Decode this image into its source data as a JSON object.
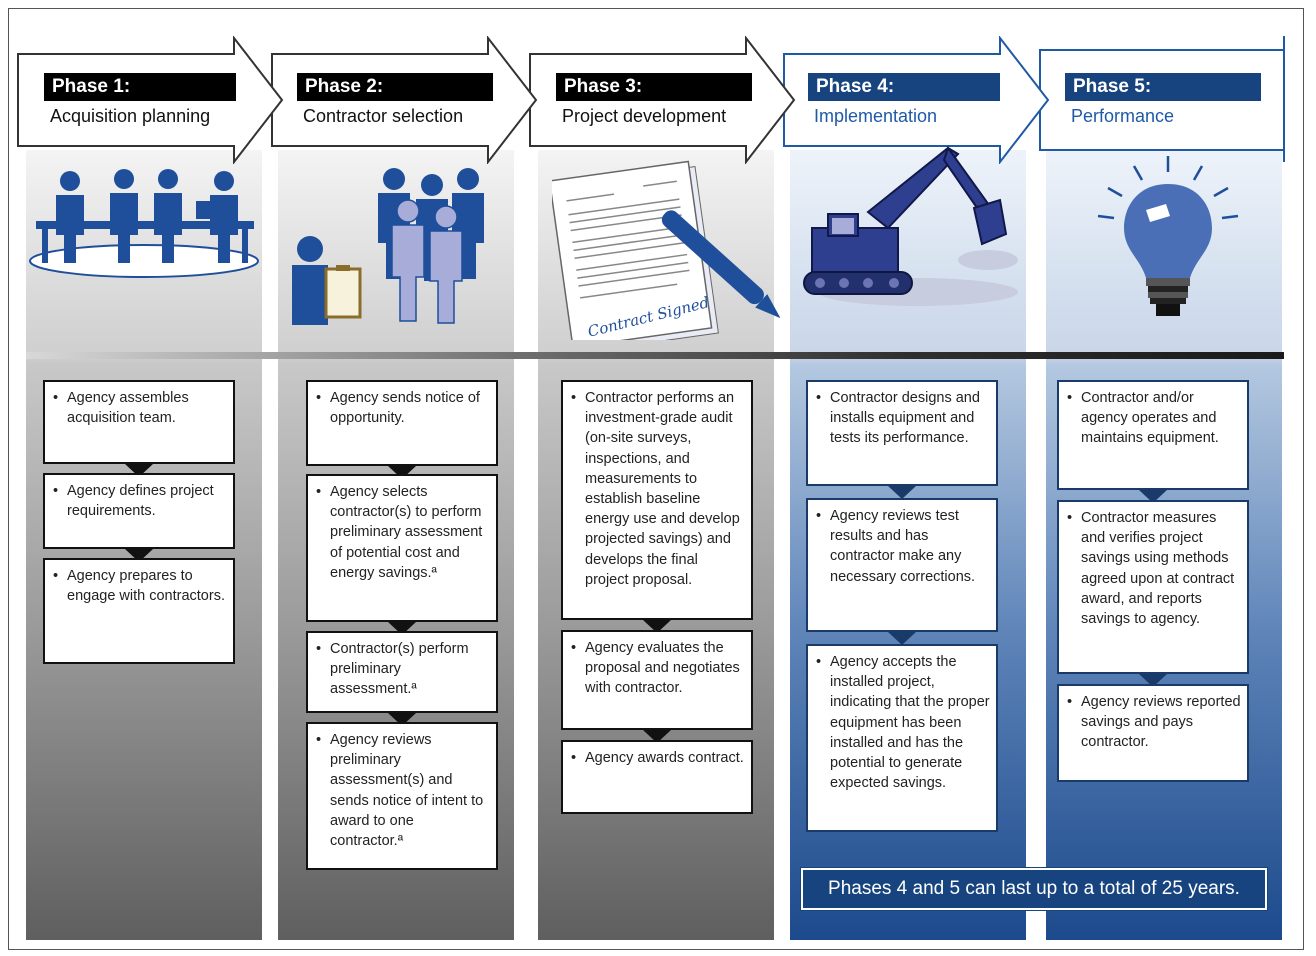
{
  "phases": [
    {
      "label": "Phase 1:",
      "name": "Acquisition planning",
      "style": "gray"
    },
    {
      "label": "Phase 2:",
      "name": "Contractor selection",
      "style": "gray"
    },
    {
      "label": "Phase 3:",
      "name": "Project development",
      "style": "gray"
    },
    {
      "label": "Phase 4:",
      "name": "Implementation",
      "style": "blue"
    },
    {
      "label": "Phase 5:",
      "name": "Performance",
      "style": "blue"
    }
  ],
  "steps": {
    "phase1": [
      "Agency assembles acquisition team.",
      "Agency defines project requirements.",
      "Agency prepares to engage with contractors."
    ],
    "phase2": [
      "Agency sends notice of opportunity.",
      "Agency selects contractor(s) to perform preliminary assessment of potential cost and energy savings.ª",
      "Contractor(s) perform preliminary assessment.ª",
      "Agency reviews preliminary assessment(s) and sends notice of intent to award to one contractor.ª"
    ],
    "phase3": [
      "Contractor performs an investment-grade audit (on-site surveys, inspections, and measurements to establish baseline energy use and develop projected savings) and develops the final project proposal.",
      "Agency evaluates the proposal and negotiates with contractor.",
      "Agency awards contract."
    ],
    "phase4": [
      "Contractor designs and installs equipment and tests its performance.",
      "Agency reviews test results and has contractor make any necessary corrections.",
      "Agency accepts the installed project, indicating that the proper equipment has been installed and has the potential to generate expected savings."
    ],
    "phase5": [
      "Contractor and/or agency operates and maintains equipment.",
      "Contractor measures and verifies project savings using methods agreed upon at contract award, and reports savings to agency.",
      "Agency reviews reported savings and pays contractor."
    ]
  },
  "document_text": "Contract Signed",
  "footer": "Phases 4 and 5 can last up to a total of 25 years.",
  "icons": {
    "phase1": "meeting-table-icon",
    "phase2": "contractor-selection-icon",
    "phase3": "signed-contract-icon",
    "phase4": "excavator-icon",
    "phase5": "light-bulb-icon"
  },
  "colors": {
    "navy": "#17447f",
    "black": "#000000",
    "icon_blue": "#1f4f9b",
    "icon_lavender": "#a7acd8"
  }
}
